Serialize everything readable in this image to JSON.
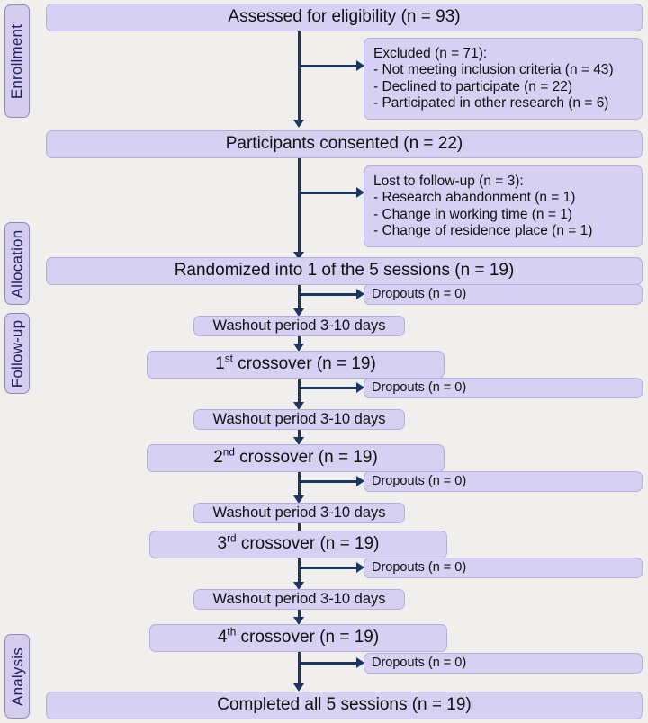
{
  "diagram": {
    "title": "CONSORT participant flow diagram",
    "colors": {
      "background": "#f0efed",
      "box_fill": "#d6d0f2",
      "box_border": "#b3aedb",
      "phase_fill": "#d4cdf0",
      "phase_border": "#8f8bb8",
      "phase_text": "#232063",
      "connector": "#1c3661",
      "text": "#111015"
    }
  },
  "phases": [
    {
      "label": "Enrollment"
    },
    {
      "label": "Allocation"
    },
    {
      "label": "Follow-up"
    },
    {
      "label": "Analysis"
    }
  ],
  "nodes": {
    "assessed": "Assessed for eligibility (n = 93)",
    "excluded_title": "Excluded (n = 71):",
    "excluded_items": [
      "- Not meeting inclusion criteria (n = 43)",
      "- Declined to participate (n = 22)",
      "- Participated in other research (n = 6)"
    ],
    "consented": "Participants consented (n = 22)",
    "lost_title": "Lost to follow-up (n = 3):",
    "lost_items": [
      "- Research abandonment (n = 1)",
      "- Change in working time (n = 1)",
      "- Change of residence place (n = 1)"
    ],
    "randomized": "Randomized into 1 of the 5 sessions (n = 19)",
    "dropouts_1": "Dropouts (n = 0)",
    "washout_1": "Washout period 3-10 days",
    "crossover_1_pre": "1",
    "crossover_1_sup": "st",
    "crossover_1_post": " crossover (n = 19)",
    "dropouts_2": "Dropouts (n = 0)",
    "washout_2": "Washout period 3-10 days",
    "crossover_2_pre": "2",
    "crossover_2_sup": "nd",
    "crossover_2_post": " crossover (n = 19)",
    "dropouts_3": "Dropouts (n = 0)",
    "washout_3": "Washout period 3-10 days",
    "crossover_3_pre": "3",
    "crossover_3_sup": "rd",
    "crossover_3_post": " crossover (n = 19)",
    "dropouts_4": "Dropouts (n = 0)",
    "washout_4": "Washout period 3-10 days",
    "crossover_4_pre": "4",
    "crossover_4_sup": "th",
    "crossover_4_post": " crossover (n = 19)",
    "dropouts_5": "Dropouts (n = 0)",
    "completed": "Completed all 5 sessions (n = 19)"
  }
}
